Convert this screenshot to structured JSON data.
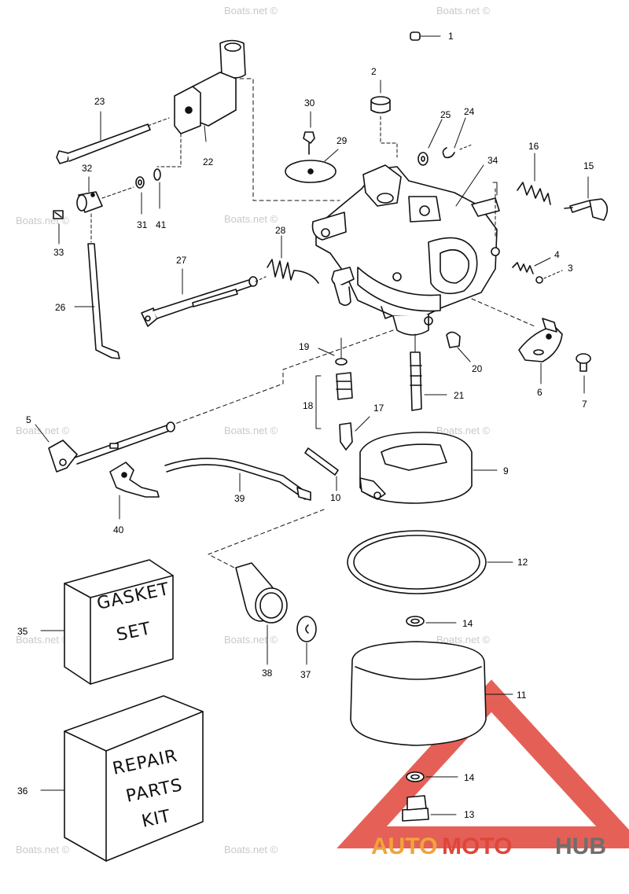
{
  "watermark": "Boats.net ©",
  "callouts": [
    "1",
    "2",
    "3",
    "4",
    "5",
    "6",
    "7",
    "9",
    "10",
    "11",
    "12",
    "13",
    "14",
    "14",
    "15",
    "16",
    "17",
    "18",
    "19",
    "20",
    "21",
    "22",
    "23",
    "24",
    "25",
    "26",
    "27",
    "28",
    "29",
    "30",
    "31",
    "32",
    "33",
    "34",
    "35",
    "36",
    "37",
    "38",
    "39",
    "40",
    "41"
  ],
  "boxes": {
    "gasket_line1": "GASKET",
    "gasket_line2": "SET",
    "repair_line1": "REPAIR",
    "repair_line2": "PARTS",
    "repair_line3": "KIT"
  },
  "brand": {
    "part1": "AUTO",
    "part2": "MOTO",
    "part3": "HUB",
    "colors": {
      "red": "#e0453a",
      "orange": "#f0a43a",
      "gray": "#6e6e6e"
    }
  }
}
